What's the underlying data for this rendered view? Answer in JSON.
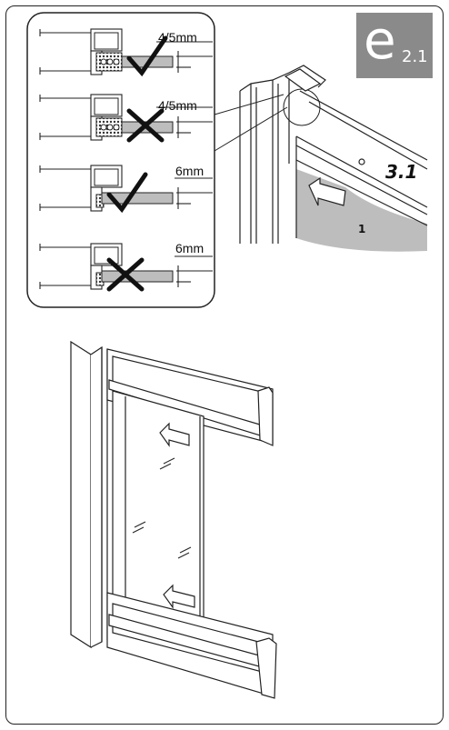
{
  "step": {
    "letter": "e",
    "number": "2.1"
  },
  "details": [
    {
      "measurement": "4/5mm",
      "verdict": "check",
      "gasket": "ribbed"
    },
    {
      "measurement": "4/5mm",
      "verdict": "cross",
      "gasket": "ribbed"
    },
    {
      "measurement": "6mm",
      "verdict": "check",
      "gasket": "flat"
    },
    {
      "measurement": "6mm",
      "verdict": "cross",
      "gasket": "flat"
    }
  ],
  "profile_labels": {
    "part": "3.1",
    "panel": "1"
  },
  "colors": {
    "badge": "#8a8a8a",
    "panel_gray": "#bdbdbd",
    "line": "#222222"
  }
}
